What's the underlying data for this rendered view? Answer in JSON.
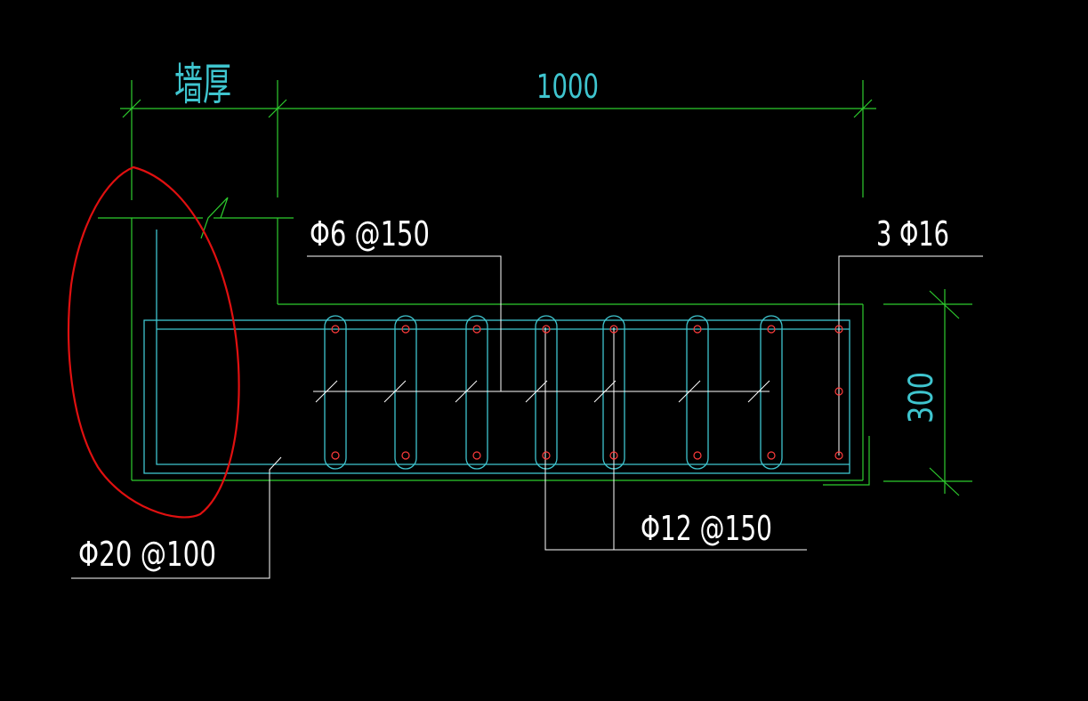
{
  "drawing": {
    "labels": {
      "wall_thickness": "墙厚",
      "length_dim": "1000",
      "height_dim": "300",
      "stirrup": "Φ6 @150",
      "top_bars": "3 Φ16",
      "tie_bars": "Φ12 @150",
      "wall_bars": "Φ20 @100"
    },
    "colors": {
      "background": "#000000",
      "dimension_line": "#2ecc2e",
      "rebar": "#3fc5cf",
      "leader": "#ffffff",
      "markup_circle": "#e01010",
      "bar_dot": "#ff3b3b"
    }
  }
}
